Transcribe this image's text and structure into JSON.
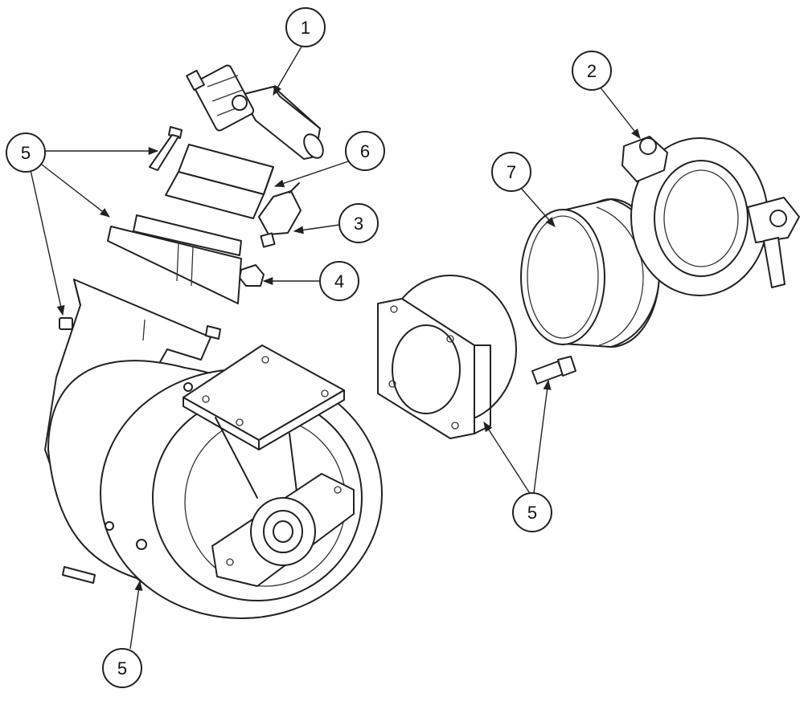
{
  "diagram": {
    "callouts": [
      {
        "id": "c1",
        "label": "1"
      },
      {
        "id": "c2",
        "label": "2"
      },
      {
        "id": "c3",
        "label": "3"
      },
      {
        "id": "c4",
        "label": "4"
      },
      {
        "id": "c5a",
        "label": "5"
      },
      {
        "id": "c5b",
        "label": "5"
      },
      {
        "id": "c5c",
        "label": "5"
      },
      {
        "id": "c6",
        "label": "6"
      },
      {
        "id": "c7",
        "label": "7"
      }
    ]
  }
}
